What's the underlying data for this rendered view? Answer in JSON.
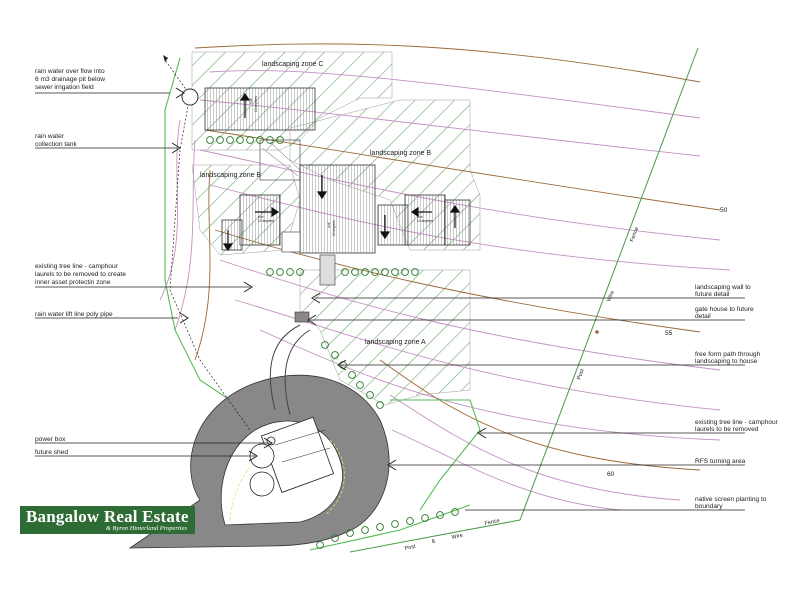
{
  "labels": {
    "rain_overflow": [
      "rain water over flow into",
      "6 m3 drainage pit below",
      "sewer irrigation field"
    ],
    "collection_tank": [
      "rain water",
      "collection tank"
    ],
    "tree_line_top": [
      "existing tree line - camphour",
      "laurels to be removed to create",
      "inner asset protectin zone"
    ],
    "lift_line": "rain water lift line poly pipe",
    "power_box": "power box",
    "future_shed": "future shed",
    "landscaping_wall": [
      "landscaping wall to",
      "future detail"
    ],
    "gate_house": [
      "gate house to future",
      "detail"
    ],
    "free_path": [
      "free form path through",
      "landscaping to house"
    ],
    "tree_line_bottom": [
      "existing tree line - camphour",
      "laurels to be removed"
    ],
    "rfs_turning": "RFS turning area",
    "native_screen": [
      "native screen planting to",
      "boundary"
    ]
  },
  "zones": {
    "c": "landscaping zone C",
    "b": "landscaping zone B",
    "b2": "landscaping zone B",
    "a": "landscaping zone A"
  },
  "contours": {
    "c50": "50",
    "c55": "55",
    "c60": "60"
  },
  "fence": {
    "right_post": "Post",
    "right_wire": "Wire",
    "right_fence": "Fence",
    "bottom_post": "Post",
    "bottom_amp": "&",
    "bottom_wire": "Wire",
    "bottom_fence": "Fence"
  },
  "roof_notes": [
    "roof",
    "10 degrees"
  ],
  "brand": {
    "name": "Bangalow Real Estate",
    "tagline": "& Byron Hinterland Properties"
  },
  "colors": {
    "contour": "#b88a8a",
    "contour_brown": "#9a6a3a",
    "boundary": "#55bb55",
    "hatch": "#6aa86a",
    "fence": "#4a9a4a",
    "brand_bg": "#2f6b35"
  }
}
